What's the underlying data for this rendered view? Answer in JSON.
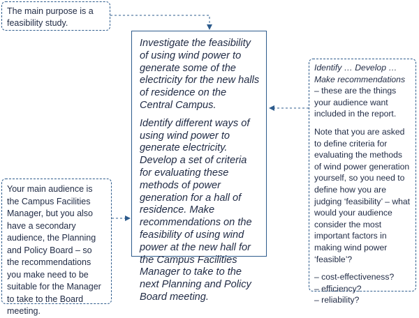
{
  "main_brief": {
    "paragraph_1": "Investigate the feasibility of using wind power to generate some of the electricity for the new halls of residence on the Central Campus.",
    "paragraph_2": "Identify different ways of using wind power to generate electricity. Develop a set of criteria for evaluating these methods of power generation for a hall of residence. Make recommendations on the feasibility of using wind power at the new hall for the Campus Facilities Manager to take to the next Planning and Policy Board meeting."
  },
  "notes": {
    "purpose": "The main purpose is a feasibility study.",
    "audience": "Your main audience is the Campus Facilities Manager, but you also have a secondary audience, the Planning and Policy Board – so the recommendations you make need to be suitable for the Manager to take to the Board meeting.",
    "tasks": {
      "italic_lead": "Identify … Develop … Make recommendations",
      "lead_rest": " – these are the things your audience want included in the report.",
      "criteria_note": "Note that you are asked to define criteria for evaluating the methods of wind power generation yourself, so you need to define how you are judging ‘feasibility’ – what would your audience consider the most important factors in making wind power ‘feasible’?",
      "factors": [
        "– cost-effectiveness?",
        "– efficiency?",
        "– reliability?"
      ]
    }
  },
  "colors": {
    "border": "#2d5b8c",
    "text": "#1f2a44"
  }
}
